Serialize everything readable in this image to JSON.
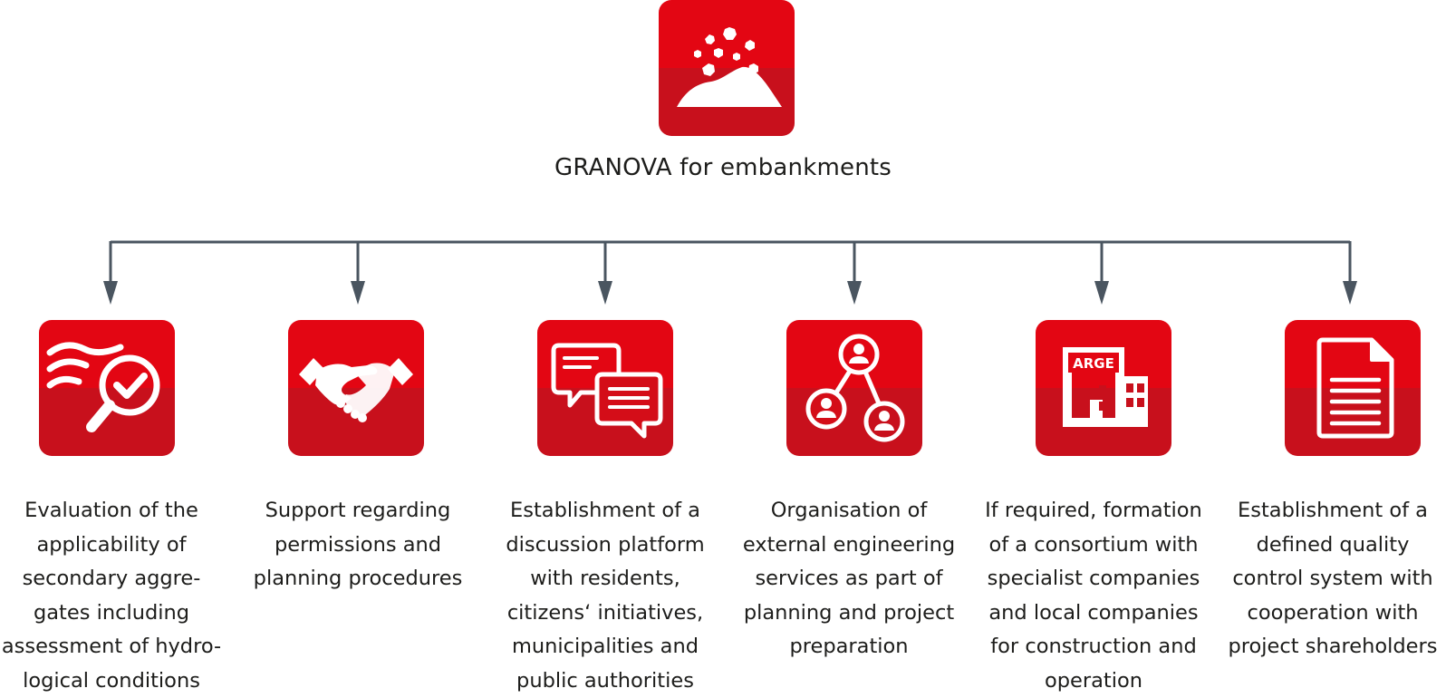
{
  "root": {
    "title": "GRANOVA for embankments"
  },
  "items": [
    {
      "icon": "magnifier-check-icon",
      "text": "Evaluation of the\napplicability of\nsecondary aggre-\ngates including\nassessment of hydro-\nlogical conditions"
    },
    {
      "icon": "handshake-icon",
      "text": "Support regarding\npermissions and\nplanning procedures"
    },
    {
      "icon": "chat-bubbles-icon",
      "text": "Establishment of a\ndiscussion platform\nwith residents,\ncitizens‘ initiatives,\nmunicipalities and\npublic authorities"
    },
    {
      "icon": "network-people-icon",
      "text": "Organisation of\nexternal engineering\nservices as part of\nplanning and project\npreparation"
    },
    {
      "icon": "arge-building-icon",
      "icon_label": "ARGE",
      "text": "If required, formation\nof a consortium with\nspecialist companies\nand local companies\nfor construction and\noperation"
    },
    {
      "icon": "document-icon",
      "text": "Establishment of a\ndefined quality\ncontrol system with\ncooperation with\nproject shareholders"
    }
  ],
  "colors": {
    "accent": "#e30613",
    "accent_dark": "#c8101c",
    "connector": "#4a5560",
    "text": "#1d1d1b"
  }
}
